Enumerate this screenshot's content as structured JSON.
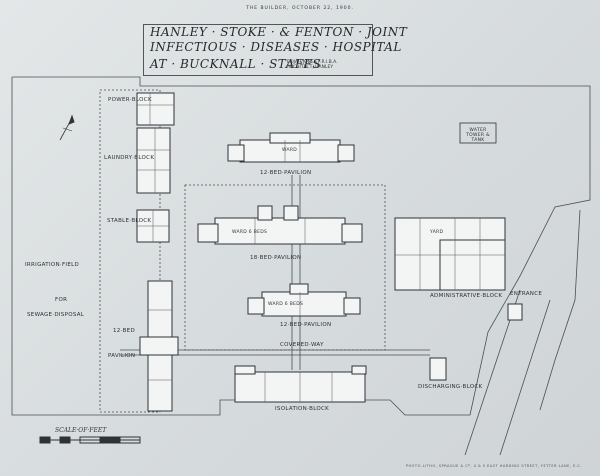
{
  "header": {
    "publication": "THE BUILDER, OCTOBER 22, 1900."
  },
  "title": {
    "line1": "HANLEY · STOKE · & FENTON · JOINT",
    "line2": "INFECTIOUS · DISEASES · HOSPITAL",
    "line3": "AT · BUCKNALL · STAFFS"
  },
  "architect": {
    "name": "ELIJAH JONES F.R.I.B.A.",
    "role": "ARCHITECT, HANLEY"
  },
  "labels": {
    "power_block": "POWER·BLOCK",
    "laundry_block": "LAUNDRY·BLOCK",
    "stable_block": "STABLE·BLOCK",
    "irrigation_field": "IRRIGATION·FIELD",
    "for": "FOR",
    "sewage_disposal": "SEWAGE·DISPOSAL",
    "bed12_pavilion_left": "12·BED",
    "pavilion_left": "PAVILION",
    "pavilion_top": "12·BED·PAVILION",
    "pavilion_mid": "18·BED·PAVILION",
    "pavilion_low": "12·BED·PAVILION",
    "covered_way": "COVERED·WAY",
    "isolation_block": "ISOLATION·BLOCK",
    "administrative_block": "ADMINISTRATIVE·BLOCK",
    "discharging_block": "DISCHARGING·BLOCK",
    "entrance": "ENTRANCE",
    "yard": "YARD",
    "water_tower": "WATER TOWER & TANK",
    "ward_top": "WARD",
    "ward_mid": "WARD 6 BEDS",
    "ward_low": "WARD 6 BEDS",
    "scale": "SCALE·OF·FEET"
  },
  "footer": "PHOTO-LITHO, SPRAGUE & Cº, 4 & 5 EAST HARDING STREET, FETTER LANE, E.C."
}
